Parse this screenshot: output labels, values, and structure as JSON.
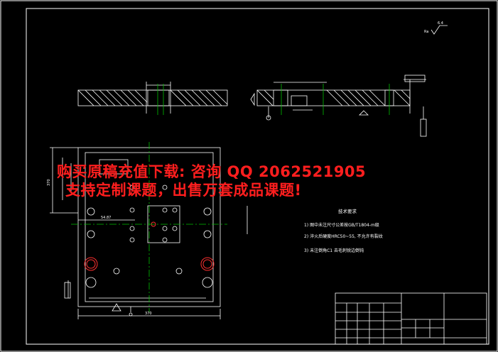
{
  "watermark": {
    "line1": "购买原稿充值下载: 咨询 QQ 2062521905",
    "line2": "支持定制课题，出售万套成品课题!"
  },
  "roughness": {
    "symbol": "Ra",
    "value": "6.4"
  },
  "tech_notes": {
    "title": "技术要求",
    "items": [
      "1) 图中未注尺寸公差按GB/T1804-m级",
      "2) 淬火后硬度HRC50~55, 不允许有裂纹",
      "3) 未注倒角C1 去毛刺锐边倒钝"
    ]
  },
  "dimensions": {
    "overall_width": "370",
    "height": "370",
    "plan_offset": "54.87"
  },
  "colors": {
    "background": "#000000",
    "line": "#ffffff",
    "centerline": "#00c000",
    "hole": "#ff3030",
    "watermark": "#ff1e1e"
  }
}
